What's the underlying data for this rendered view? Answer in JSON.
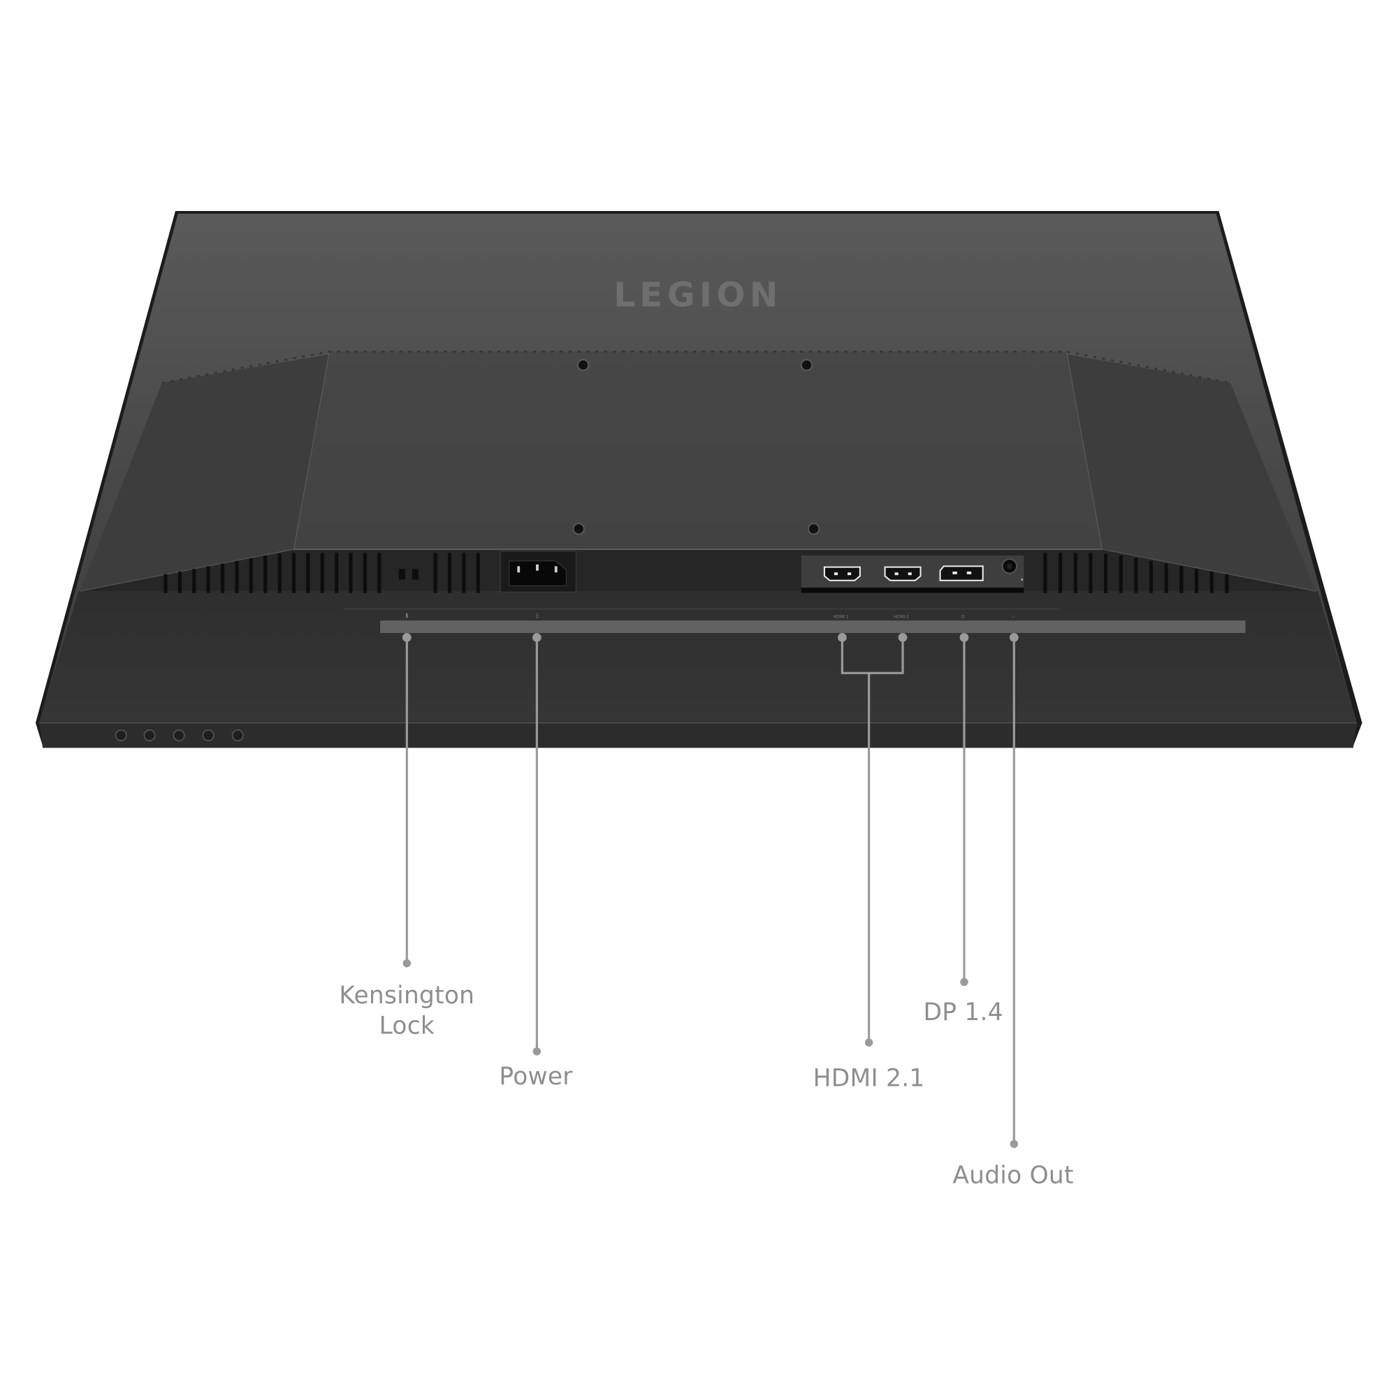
{
  "product": {
    "brand_logo": "LEGION",
    "view": "rear",
    "colors": {
      "background": "#ffffff",
      "monitor_back": "#4a4a4a",
      "monitor_dark": "#2a2a2a",
      "callout": "#999999",
      "label_text": "#8e8e8e"
    }
  },
  "ports_panel": {
    "silkscreen": [
      "kensington-icon",
      "power-icon",
      "HDMI 1",
      "HDMI 2",
      "dp-icon",
      "headphone-icon"
    ]
  },
  "callouts": [
    {
      "id": "kensington",
      "lines": [
        "Kensington",
        "Lock"
      ]
    },
    {
      "id": "power",
      "lines": [
        "Power"
      ]
    },
    {
      "id": "hdmi",
      "lines": [
        "HDMI 2.1"
      ]
    },
    {
      "id": "dp",
      "lines": [
        "DP 1.4"
      ]
    },
    {
      "id": "audio",
      "lines": [
        "Audio Out"
      ]
    }
  ],
  "buttons": {
    "count": 5,
    "icon": "joystick-button-icon"
  }
}
